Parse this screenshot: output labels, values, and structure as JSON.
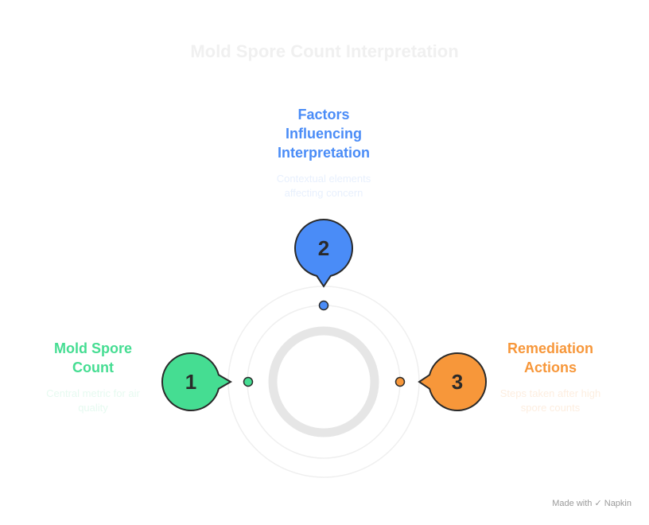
{
  "title": "Mold Spore Count Interpretation",
  "colors": {
    "green": "#45dd92",
    "blue": "#4a8cf7",
    "orange": "#f7973a",
    "ring": "#e6e6e6"
  },
  "items": [
    {
      "number": "1",
      "heading": "Mold Spore Count",
      "description": "Central metric for air quality",
      "color": "#45dd92"
    },
    {
      "number": "2",
      "heading": "Factors Influencing Interpretation",
      "description": "Contextual elements affecting concern",
      "color": "#4a8cf7"
    },
    {
      "number": "3",
      "heading": "Remediation Actions",
      "description": "Steps taken after high spore counts",
      "color": "#f7973a"
    }
  ],
  "footer": {
    "made_with": "Made with",
    "brand": "Napkin"
  }
}
